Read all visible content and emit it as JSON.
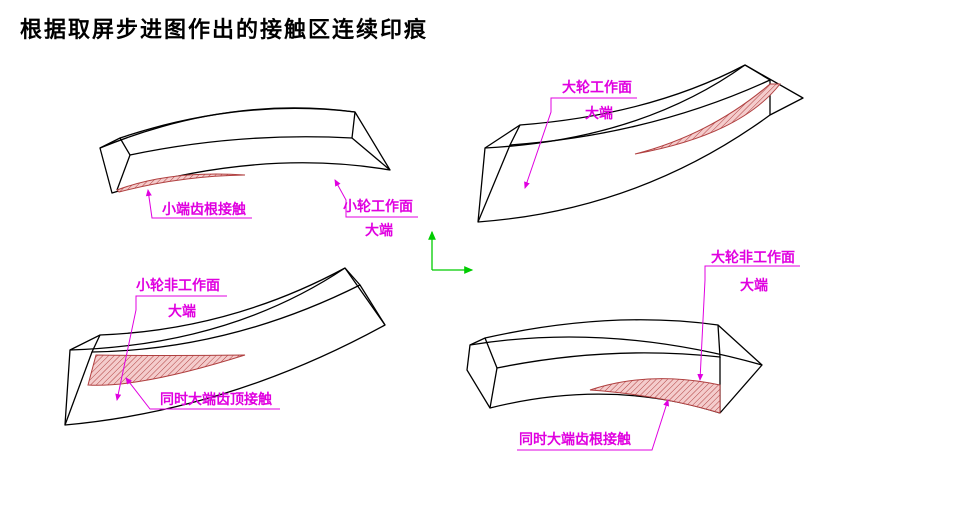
{
  "title": "根据取屏步进图作出的接触区连续印痕",
  "colors": {
    "label": "#e000e0",
    "axis": "#00cc00",
    "contact_fill": "#f4cccc",
    "hatch": "#b04040"
  },
  "panels": [
    {
      "id": "top-left",
      "labels": [
        "小端齿根接触",
        "小轮工作面",
        "大端"
      ]
    },
    {
      "id": "top-right",
      "labels": [
        "大轮工作面",
        "大端"
      ]
    },
    {
      "id": "bottom-left",
      "labels": [
        "小轮非工作面",
        "大端",
        "同时大端齿顶接触"
      ]
    },
    {
      "id": "bottom-right",
      "labels": [
        "大轮非工作面",
        "大端",
        "同时大端齿根接触"
      ]
    }
  ]
}
